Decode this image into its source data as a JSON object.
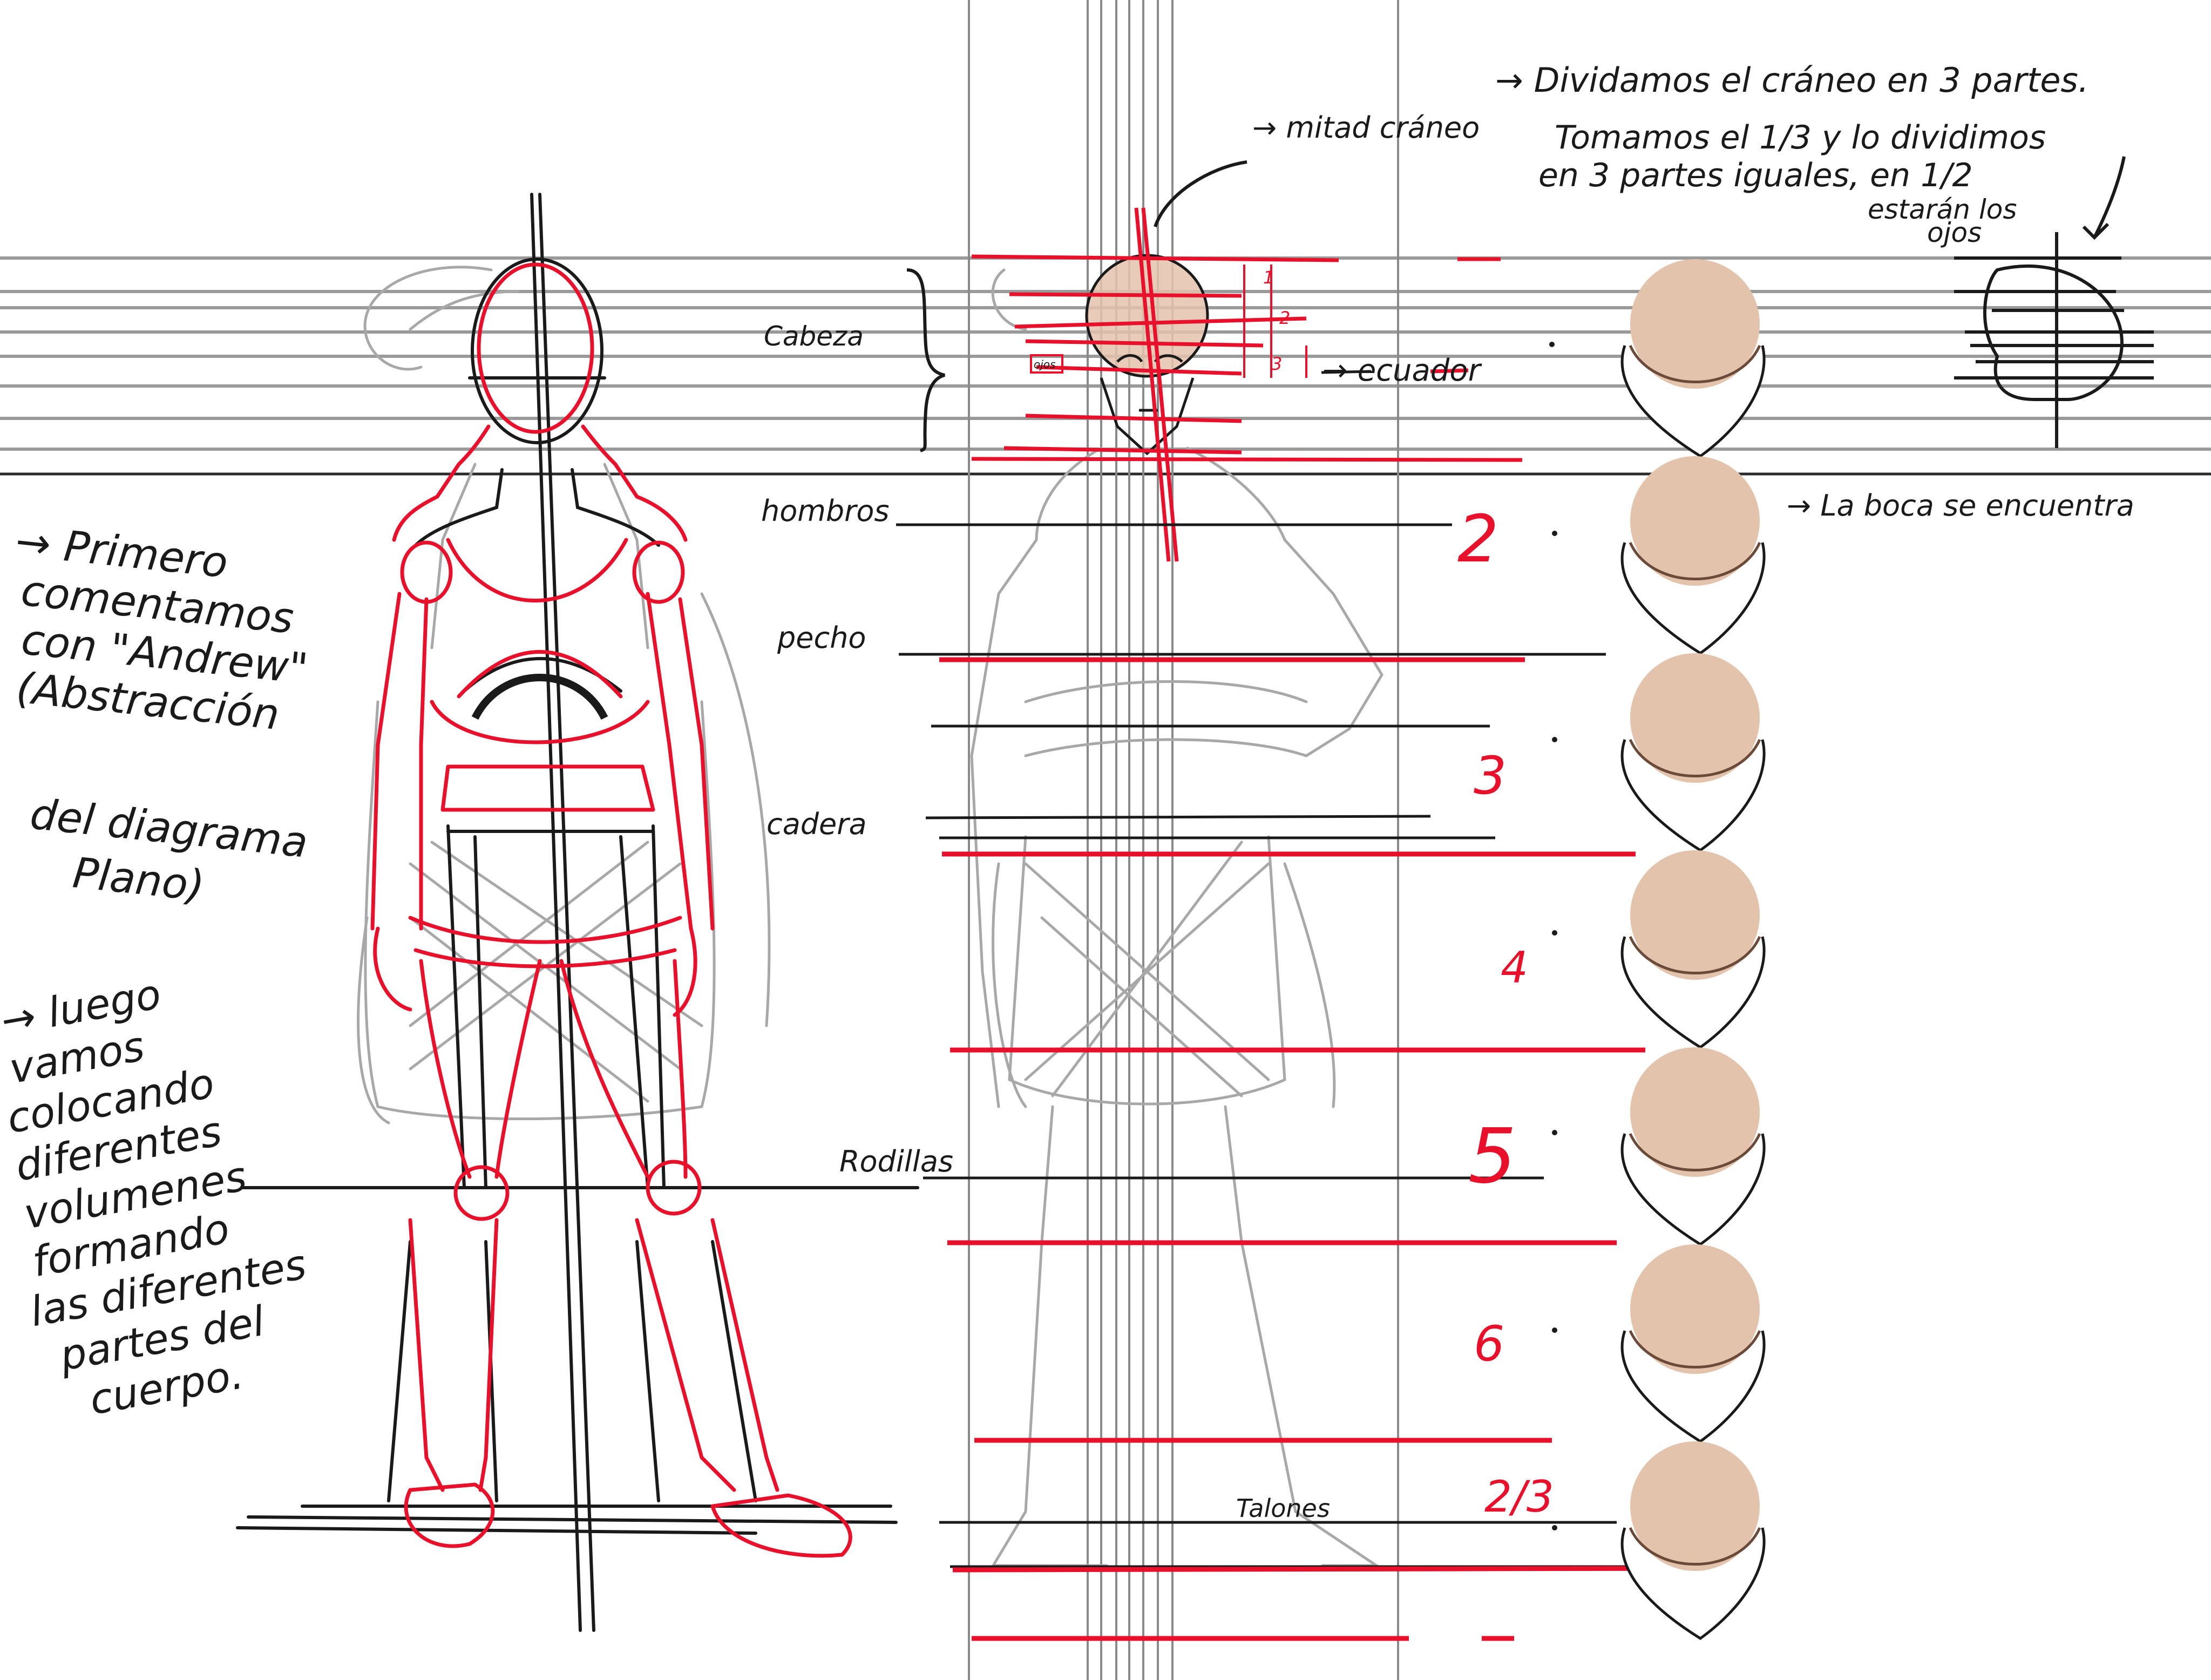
{
  "colors": {
    "paper": "#ffffff",
    "ink": "#1a1a1a",
    "guide": "#9a9a9a",
    "red": "#e8102a",
    "sketch_gray": "#a8a8a8",
    "skin": "#e4c3ad",
    "chin": "#6b4a3a"
  },
  "labels": {
    "mitad_craneo": "→ mitad cráneo",
    "dividamos": "→ Dividamos el cráneo en 3 partes.",
    "tomamos_1": "Tomamos el 1/3 y lo dividimos",
    "tomamos_2": "en 3 partes iguales, en 1/2",
    "estaran_1": "estarán los",
    "estaran_2": "ojos",
    "cabeza": "Cabeza",
    "ecuador": "→ ecuador",
    "ojos_tag": "ojos",
    "boca": "→ La boca se encuentra",
    "hombros": "hombros",
    "pecho": "pecho",
    "cadera": "cadera",
    "rodillas": "Rodillas",
    "talones": "Talones"
  },
  "numbers": {
    "n2": "2",
    "n3": "3",
    "n4": "4",
    "n5": "5",
    "n6": "6",
    "n23": "2/3",
    "small1": "1",
    "small2": "2",
    "small3": "3"
  },
  "left_notes": {
    "intro": [
      "→ Primero",
      "comentamos",
      "con \"Andrew\"",
      "(Abstracción",
      "del diagrama",
      "Plano)"
    ],
    "luego": [
      "→ luego",
      "vamos",
      "colocando",
      "diferentes",
      "volumenes",
      "formando",
      "las diferentes",
      "partes del",
      "cuerpo."
    ]
  }
}
